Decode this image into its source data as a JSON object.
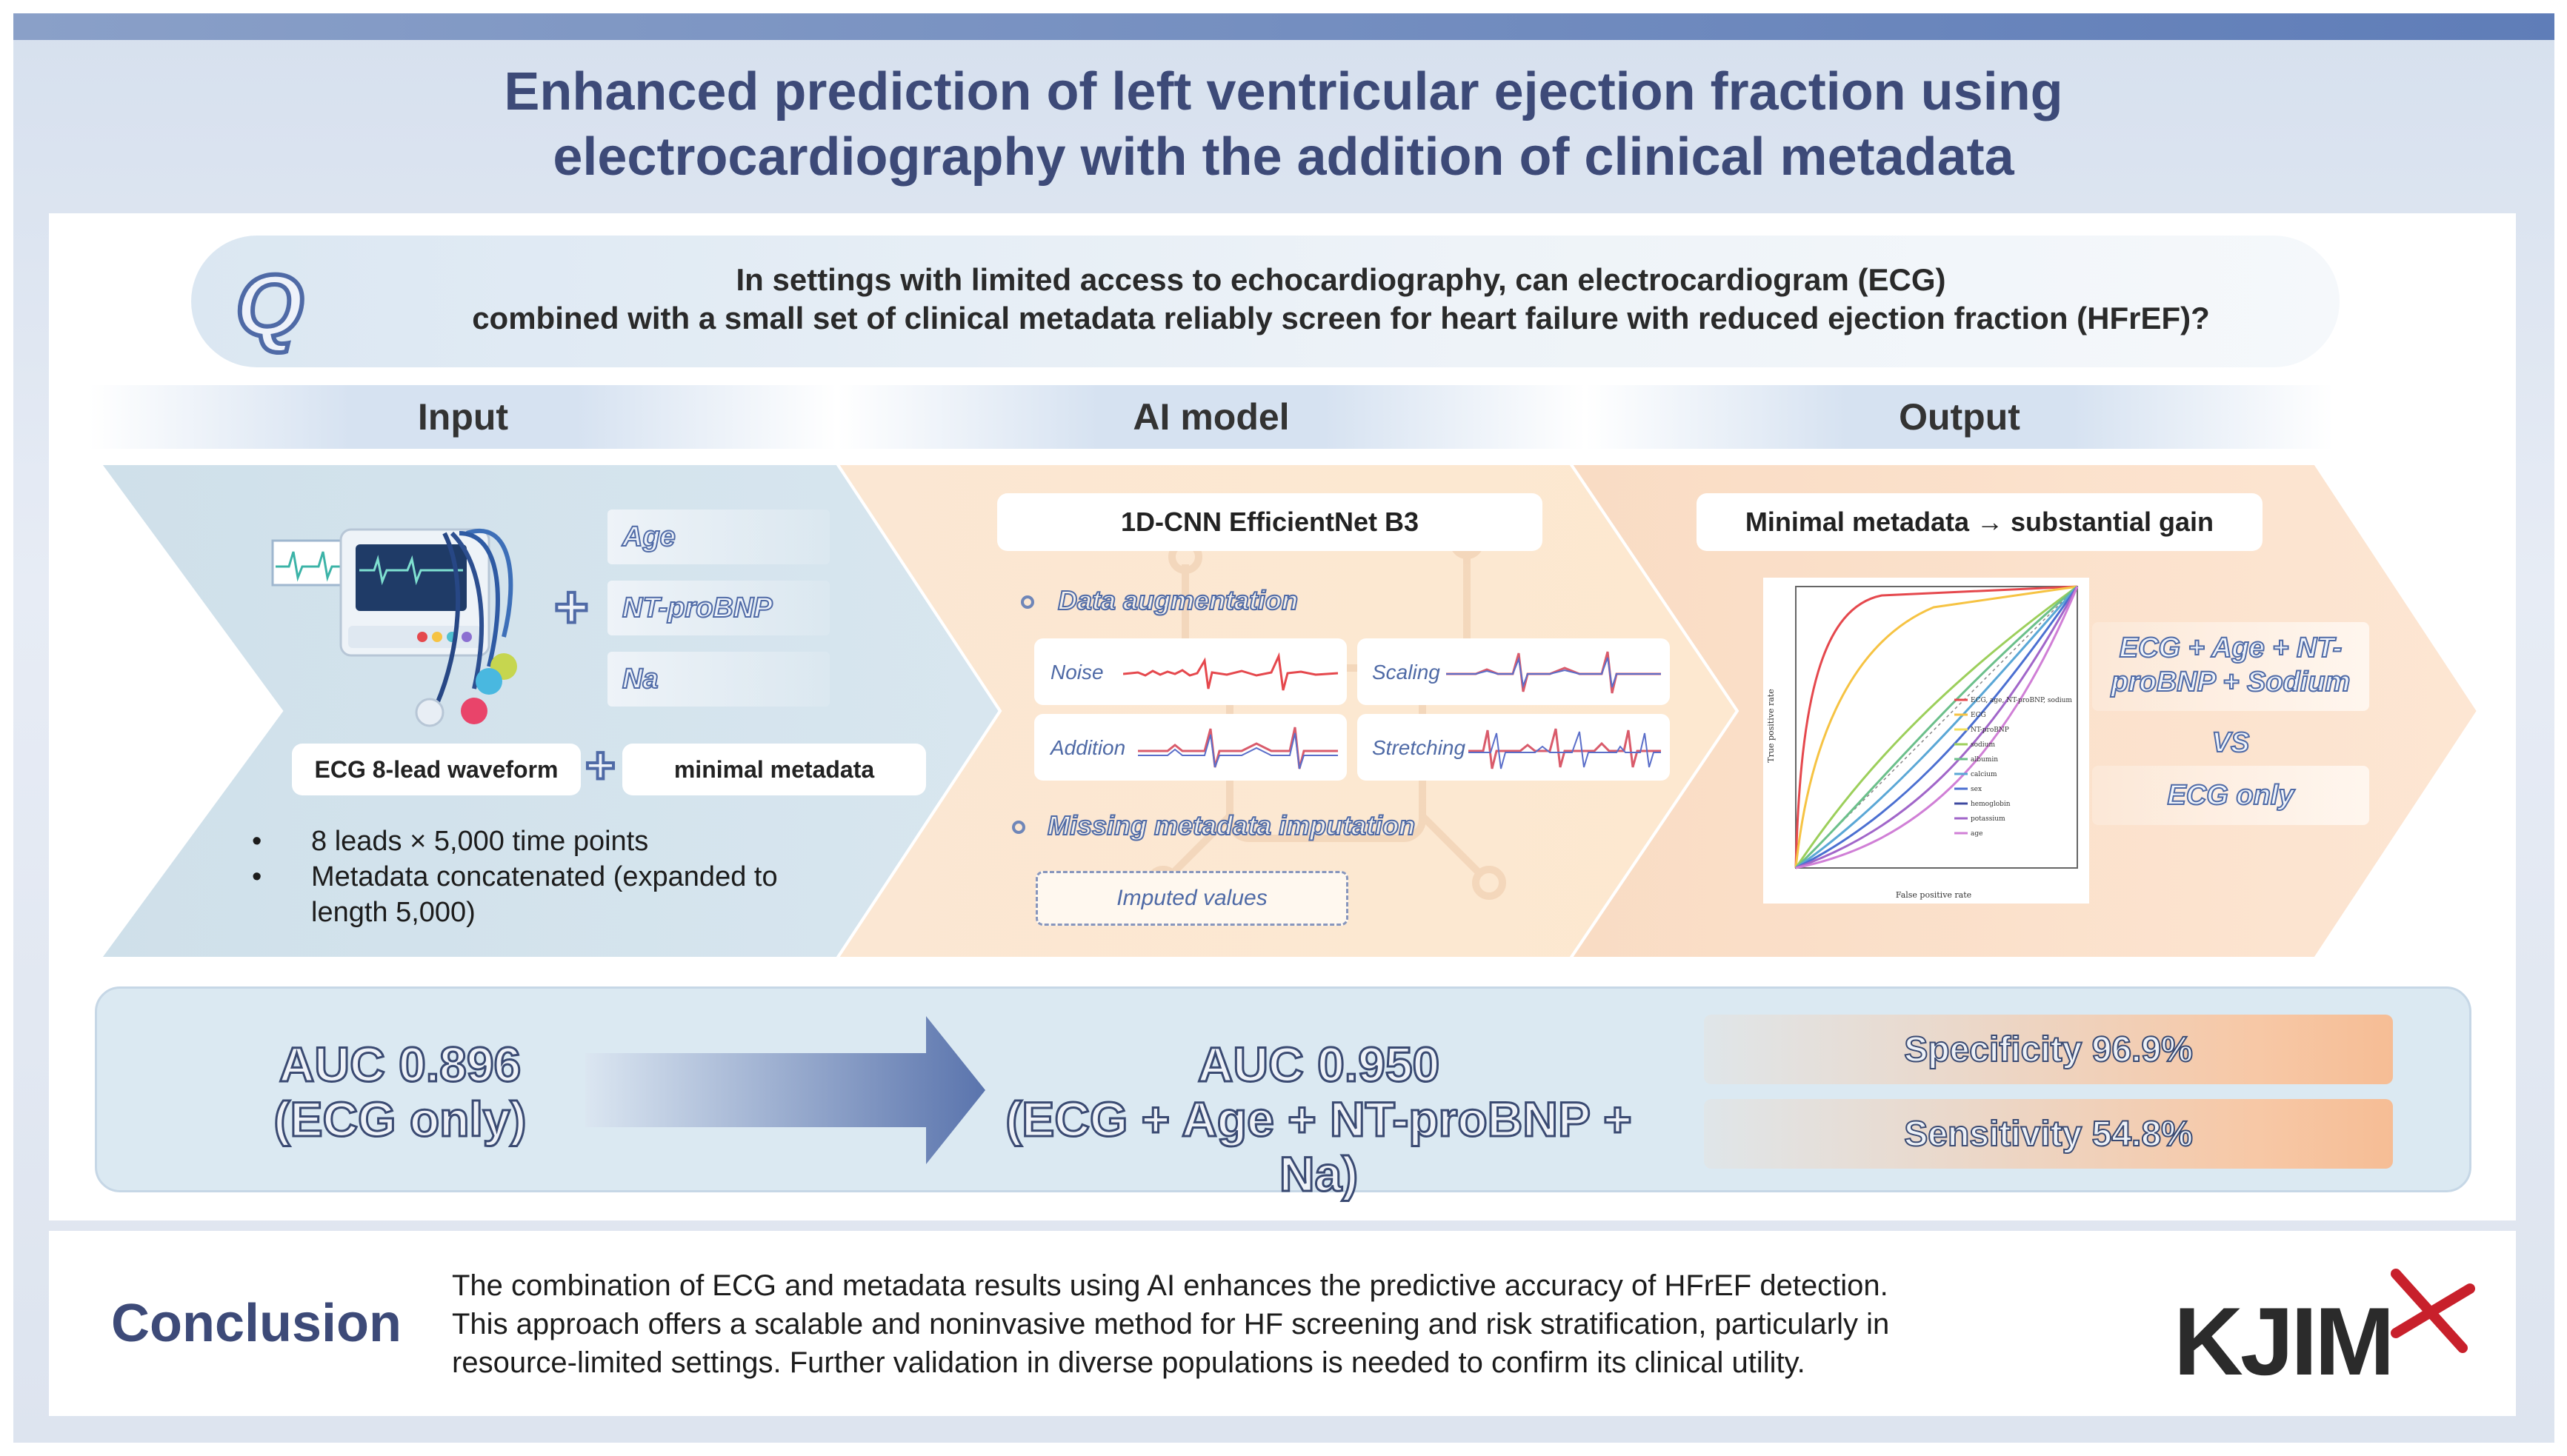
{
  "title": {
    "line1": "Enhanced prediction of left ventricular ejection fraction using",
    "line2": "electrocardiography with the addition of clinical metadata"
  },
  "question": {
    "mark": "Q",
    "line1": "In settings with limited access to echocardiography, can electrocardiogram (ECG)",
    "line2": "combined with a small set of clinical metadata reliably screen for heart failure with reduced ejection fraction (HFrEF)?"
  },
  "columns": {
    "input": "Input",
    "model": "AI model",
    "output": "Output"
  },
  "input": {
    "metadata": [
      "Age",
      "NT-proBNP",
      "Na"
    ],
    "waveform_label": "ECG 8-lead waveform",
    "metadata_label": "minimal metadata",
    "bullets": [
      "8 leads × 5,000 time points",
      "Metadata concatenated (expanded to",
      "length 5,000)"
    ]
  },
  "model": {
    "name": "1D-CNN EfficientNet B3",
    "augmentation_title": "Data augmentation",
    "augmentations": [
      "Noise",
      "Scaling",
      "Addition",
      "Stretching"
    ],
    "imputation_title": "Missing metadata imputation",
    "imputed_label": "Imputed values"
  },
  "output": {
    "headline": "Minimal metadata → substantial gain",
    "compare_a": "ECG + Age + NT-proBNP + Sodium",
    "vs": "VS",
    "compare_b": "ECG only",
    "roc": {
      "xlabel": "False positive rate",
      "ylabel": "True positive rate",
      "legend": [
        {
          "name": "ECG, age, NT-proBNP, sodium",
          "color": "#e5484d"
        },
        {
          "name": "ECG",
          "color": "#f6c343"
        },
        {
          "name": "NT-proBNP",
          "color": "#f2e05a"
        },
        {
          "name": "sodium",
          "color": "#9ccf5b"
        },
        {
          "name": "albumin",
          "color": "#6cc08b"
        },
        {
          "name": "calcium",
          "color": "#5aa7d6"
        },
        {
          "name": "sex",
          "color": "#4b6fd1"
        },
        {
          "name": "hemoglobin",
          "color": "#3e4aa0"
        },
        {
          "name": "potassium",
          "color": "#a166c9"
        },
        {
          "name": "age",
          "color": "#d07fd6"
        }
      ]
    }
  },
  "results": {
    "baseline_auc": "AUC 0.896",
    "baseline_desc": "(ECG only)",
    "combined_auc": "AUC 0.950",
    "combined_desc": "(ECG + Age + NT-proBNP + Na)",
    "specificity": "Specificity 96.9%",
    "sensitivity": "Sensitivity 54.8%"
  },
  "conclusion": {
    "title": "Conclusion",
    "line1": "The combination of ECG and metadata results using AI enhances the predictive accuracy of HFrEF detection.",
    "line2": "This approach offers a scalable and noninvasive method for HF screening and risk stratification, particularly in",
    "line3": "resource-limited settings. Further validation in diverse populations is needed to confirm its clinical utility.",
    "logo": "KJIM"
  }
}
